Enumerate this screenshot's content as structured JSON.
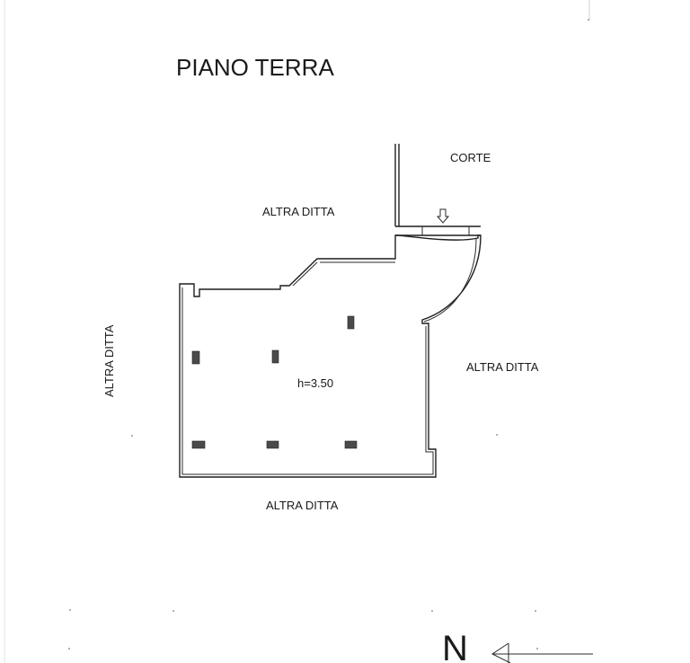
{
  "title": "PIANO TERRA",
  "labels": {
    "courtyard": "CORTE",
    "top": "ALTRA DITTA",
    "left": "ALTRA DITTA",
    "right": "ALTRA DITTA",
    "bottom": "ALTRA DITTA",
    "height": "h=3.50"
  },
  "north": {
    "letter": "N",
    "icon": "north-arrow-icon"
  },
  "entrance_icon": "entrance-arrow-icon",
  "colors": {
    "ink": "#1f1f1f",
    "pillar": "#4a4a4a",
    "paper": "#ffffff"
  }
}
